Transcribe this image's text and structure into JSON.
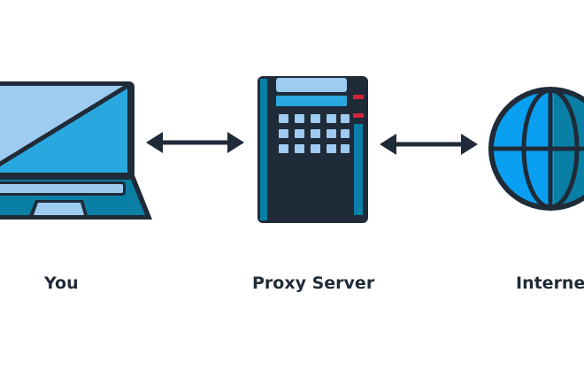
{
  "diagram": {
    "nodes": [
      {
        "id": "you",
        "label": "You",
        "icon": "laptop-icon"
      },
      {
        "id": "proxy",
        "label": "Proxy Server",
        "icon": "server-icon"
      },
      {
        "id": "internet",
        "label": "Internet",
        "icon": "globe-icon"
      }
    ],
    "edges": [
      {
        "from": "you",
        "to": "proxy",
        "direction": "bidirectional"
      },
      {
        "from": "proxy",
        "to": "internet",
        "direction": "bidirectional"
      }
    ]
  },
  "colors": {
    "outline": "#1f2b38",
    "light_blue": "#9ecbf0",
    "mid_blue": "#29a8e0",
    "teal": "#0a7fa6",
    "globe_blue": "#0aa0f2",
    "server_red": "#d0253a",
    "background": "#ffffff"
  }
}
